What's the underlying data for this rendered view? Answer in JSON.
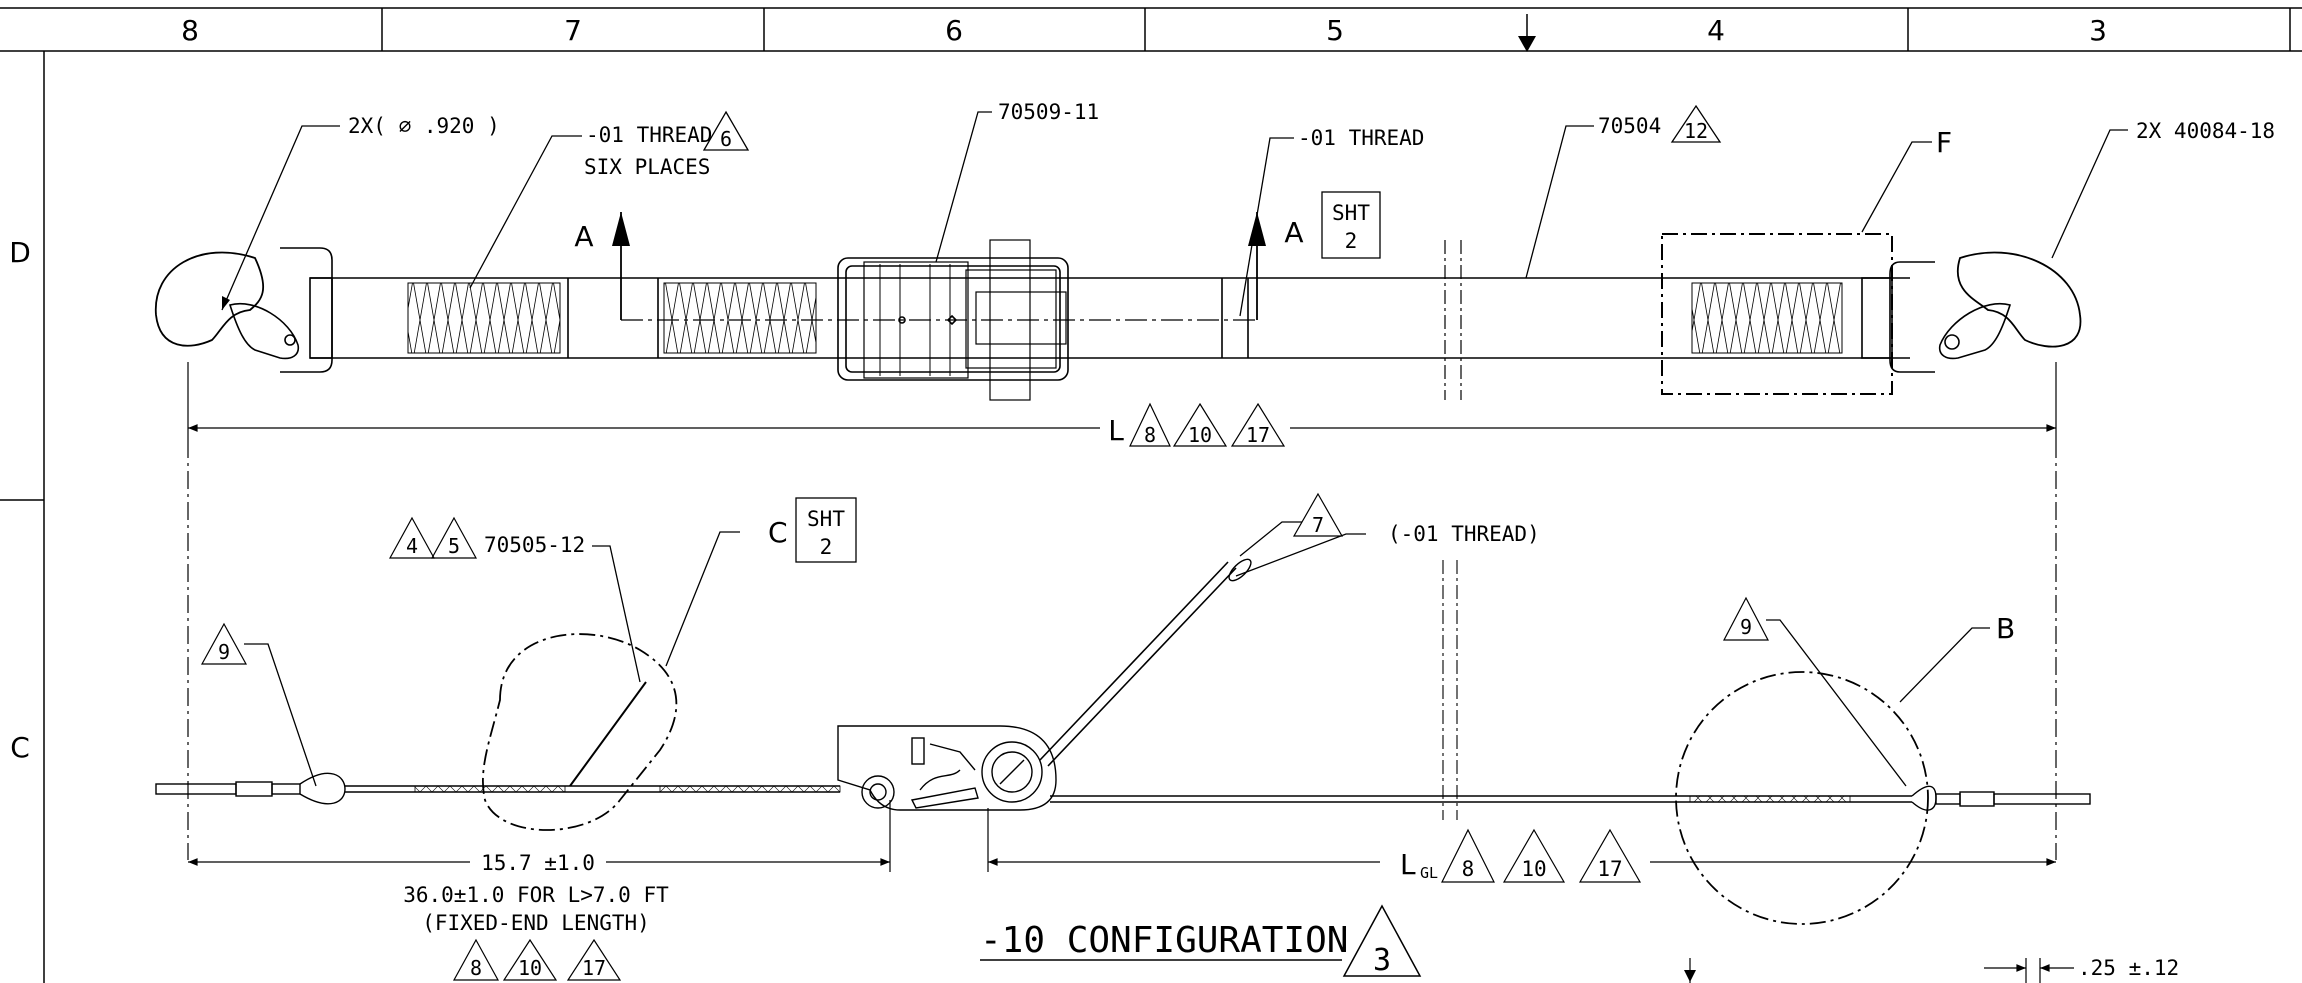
{
  "zones": {
    "columns": [
      "8",
      "7",
      "6",
      "5",
      "4",
      "3"
    ],
    "rows": [
      "D",
      "C"
    ]
  },
  "top_view": {
    "hook_hole": "2X( ∅ .920 )",
    "thread_a": "-01 THREAD",
    "thread_a_flag": "6",
    "six_places": "SIX PLACES",
    "part_ratchet": "70509-11",
    "thread_b": "-01 THREAD",
    "part_strap": "70504",
    "part_strap_flag": "12",
    "detail_f": "F",
    "hook_part": "2X 40084-18",
    "section_a_left": "A",
    "section_a_right": "A",
    "sht_label": "SHT",
    "sht_num": "2",
    "length_label": "L",
    "length_flags": [
      "8",
      "10",
      "17"
    ]
  },
  "side_view": {
    "flags_part_1": "4",
    "flags_part_2": "5",
    "part_webbing": "70505-12",
    "detail_c": "C",
    "sht_label": "SHT",
    "sht_num": "2",
    "flag_7": "7",
    "thread_paren": "(-01 THREAD)",
    "flag_9_left": "9",
    "flag_9_right": "9",
    "detail_b": "B",
    "dim_fixed": "15.7 ±1.0",
    "note_line1": "36.0±1.0 FOR L>7.0 FT",
    "note_line2": "(FIXED-END LENGTH)",
    "note_flags": [
      "8",
      "10",
      "17"
    ],
    "lgl_main": "L",
    "lgl_sub": "GL",
    "lgl_flags": [
      "8",
      "10",
      "17"
    ]
  },
  "config_title": "-10 CONFIGURATION",
  "config_flag": "3",
  "dim_small": ".25 ±.12"
}
